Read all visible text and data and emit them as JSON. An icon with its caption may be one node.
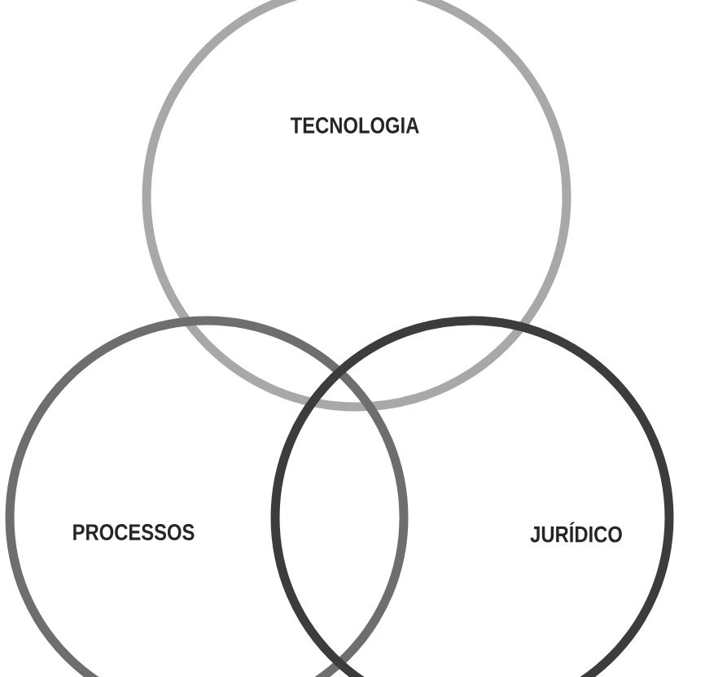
{
  "diagram": {
    "nodes": [
      {
        "text": [
          "TECNOLOGIA"
        ]
      },
      {
        "text": [
          "PROCESSOS"
        ]
      },
      {
        "text": [
          "JURÍDICO"
        ]
      }
    ]
  }
}
